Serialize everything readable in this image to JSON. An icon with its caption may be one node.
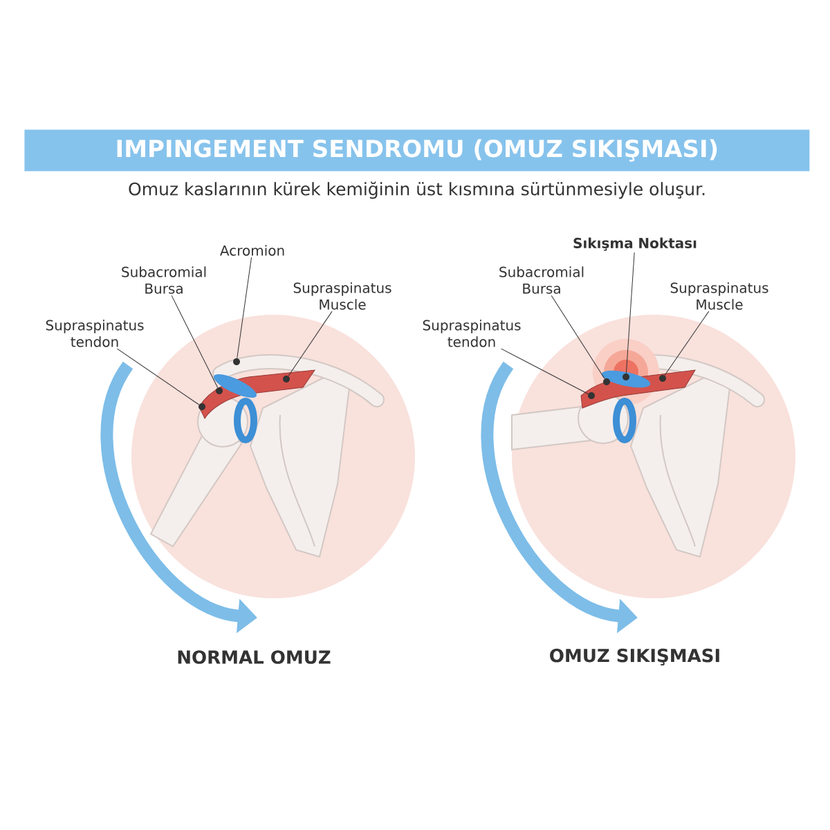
{
  "diagram": {
    "title": "IMPINGEMENT SENDROMU (OMUZ SIKIŞMASI)",
    "nodes": [
      {
        "text": [
          "Acromion"
        ]
      },
      {
        "text": [
          "Subacromial Bursa"
        ]
      },
      {
        "text": [
          "Supraspinatus Muscle"
        ]
      },
      {
        "text": [
          "Supraspinatus tendon"
        ]
      },
      {
        "text": [
          "Sıkışma Noktası"
        ]
      },
      {
        "text": [
          "Subacromial Bursa"
        ]
      },
      {
        "text": [
          "Supraspinatus Muscle"
        ]
      },
      {
        "text": [
          "Supraspinatus tendon"
        ]
      },
      {
        "text": [],
        "shape": "circle"
      },
      {
        "text": [],
        "shape": "circle"
      },
      {
        "text": [],
        "shape": "circle"
      },
      {
        "text": [],
        "shape": "circle"
      },
      {
        "text": [],
        "shape": "circle"
      },
      {
        "text": [],
        "shape": "circle"
      },
      {
        "text": [],
        "shape": "circle"
      },
      {
        "text": [],
        "shape": "circle"
      }
    ],
    "edges": [
      {
        "from": 0,
        "to": 9,
        "arrow": "none"
      },
      {
        "from": 1,
        "to": 10,
        "arrow": "none"
      },
      {
        "from": 2,
        "to": 11,
        "arrow": "none"
      },
      {
        "from": 3,
        "to": 8,
        "arrow": "none"
      },
      {
        "from": 4,
        "to": 14,
        "arrow": "none"
      },
      {
        "from": 5,
        "to": 13,
        "arrow": "none"
      },
      {
        "from": 6,
        "to": 15,
        "arrow": "none"
      },
      {
        "from": 7,
        "to": 12,
        "arrow": "none"
      }
    ],
    "labels": [
      "Omuz kaslarının kürek kemiğinin üst kısmına sürtünmesiyle oluşur.",
      "NORMAL OMUZ",
      "OMUZ SIKIŞMASI"
    ]
  }
}
